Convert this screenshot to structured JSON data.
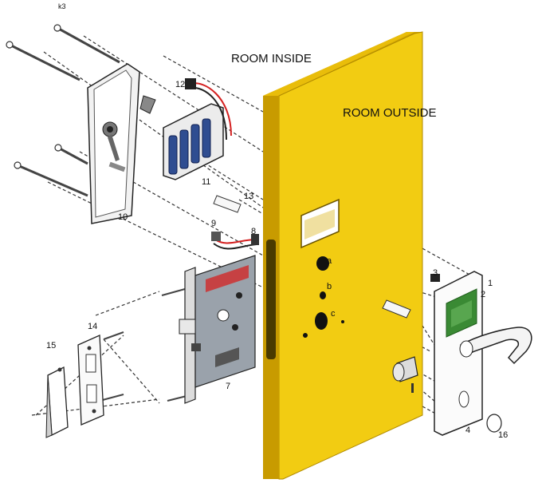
{
  "header": {
    "fragment": "k3"
  },
  "labels": {
    "room_inside": "ROOM INSIDE",
    "room_outside": "ROOM OUTSIDE",
    "parts": {
      "p1": "1",
      "p2": "2",
      "p3": "3",
      "p4": "4",
      "p7": "7",
      "p8": "8",
      "p9": "9",
      "p10": "10",
      "p11": "11",
      "p12": "12",
      "p13": "13",
      "p14": "14",
      "p15": "15",
      "p16": "16"
    },
    "holes": {
      "a": "a",
      "b": "b",
      "c": "c"
    }
  },
  "colors": {
    "door_face": "#f2cc12",
    "door_edge": "#d1a500",
    "door_top": "#e9bd0a",
    "battery": "#2f4d91",
    "circuit_board": "#3a8a34",
    "wire_red": "#d42020",
    "mortise_body": "#9aa2ab"
  },
  "icons": {
    "inside_plate": "escutcheon-plate-icon",
    "battery_pack": "battery-pack-icon",
    "mortise": "mortise-lock-icon",
    "handle": "lever-handle-icon",
    "cylinder": "key-cylinder-icon"
  }
}
